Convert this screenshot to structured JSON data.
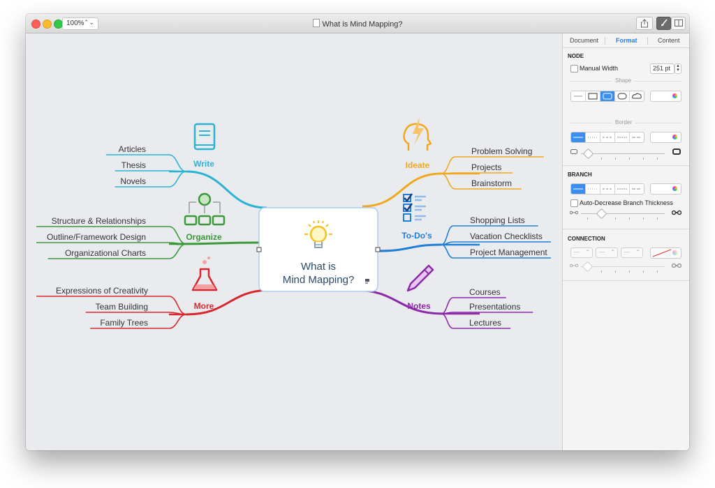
{
  "window": {
    "title": "What is Mind Mapping?",
    "zoom": "100%"
  },
  "inspector": {
    "tabs": [
      "Document",
      "Format",
      "Content"
    ],
    "active_tab": "Format",
    "node": {
      "heading": "NODE",
      "manual_width_label": "Manual Width",
      "manual_width_checked": false,
      "width_value": "251 pt",
      "shape_label": "Shape",
      "border_label": "Border"
    },
    "branch": {
      "heading": "BRANCH",
      "auto_decrease_label": "Auto-Decrease Branch Thickness",
      "auto_decrease_checked": false
    },
    "connection": {
      "heading": "CONNECTION"
    },
    "accent_color": "#3b8df0"
  },
  "mindmap": {
    "central": {
      "line1": "What is",
      "line2": "Mind Mapping?"
    },
    "branches": [
      {
        "label": "Write",
        "color": "#2bb3d4",
        "icon": "book-icon",
        "children": [
          "Articles",
          "Thesis",
          "Novels"
        ]
      },
      {
        "label": "Organize",
        "color": "#3a9a3a",
        "icon": "flowchart-icon",
        "children": [
          "Structure & Relationships",
          "Outline/Framework Design",
          "Organizational Charts"
        ]
      },
      {
        "label": "More",
        "color": "#d9262e",
        "icon": "flask-icon",
        "children": [
          "Expressions of Creativity",
          "Team Building",
          "Family Trees"
        ]
      },
      {
        "label": "Ideate",
        "color": "#f0a81e",
        "icon": "head-lightning-icon",
        "children": [
          "Problem Solving",
          "Projects",
          "Brainstorm"
        ]
      },
      {
        "label": "To-Do's",
        "color": "#1f7fd6",
        "icon": "checklist-icon",
        "children": [
          "Shopping Lists",
          "Vacation Checklists",
          "Project Management"
        ]
      },
      {
        "label": "Notes",
        "color": "#8a2aa8",
        "icon": "pencil-icon",
        "children": [
          "Courses",
          "Presentations",
          "Lectures"
        ]
      }
    ]
  }
}
